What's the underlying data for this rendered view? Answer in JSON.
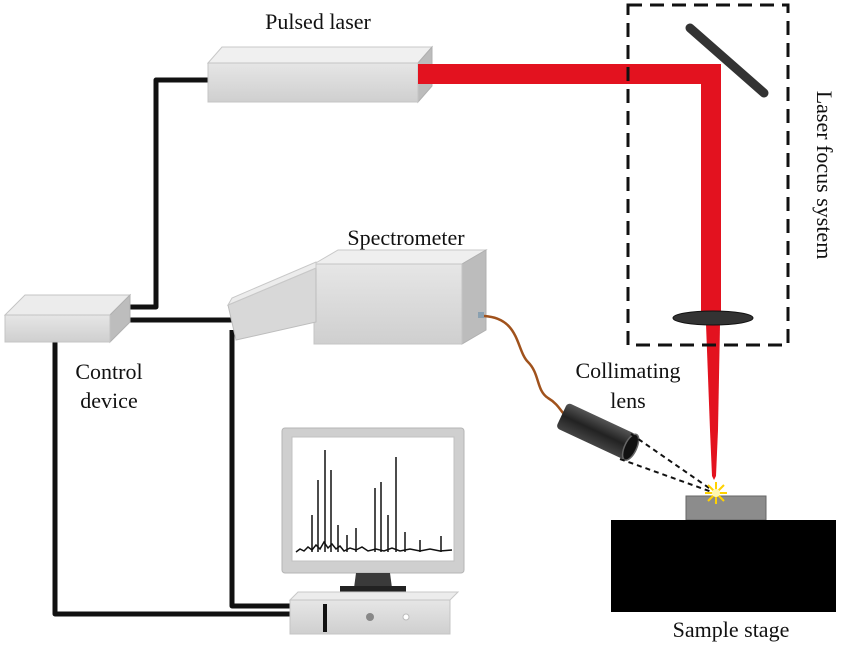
{
  "labels": {
    "pulsed_laser": "Pulsed laser",
    "laser_focus_system": "Laser focus system",
    "spectrometer": "Spectrometer",
    "control_device_line1": "Control",
    "control_device_line2": "device",
    "collimating_lens_line1": "Collimating",
    "collimating_lens_line2": "lens",
    "sample_stage": "Sample stage"
  },
  "colors": {
    "laser_beam": "#e3121f",
    "cable": "#111111",
    "fiber": "#a0521c",
    "device_box": "#dcdcdc",
    "stage": "#000000",
    "sample": "#8c8c8c",
    "spark": "#ffd200"
  }
}
